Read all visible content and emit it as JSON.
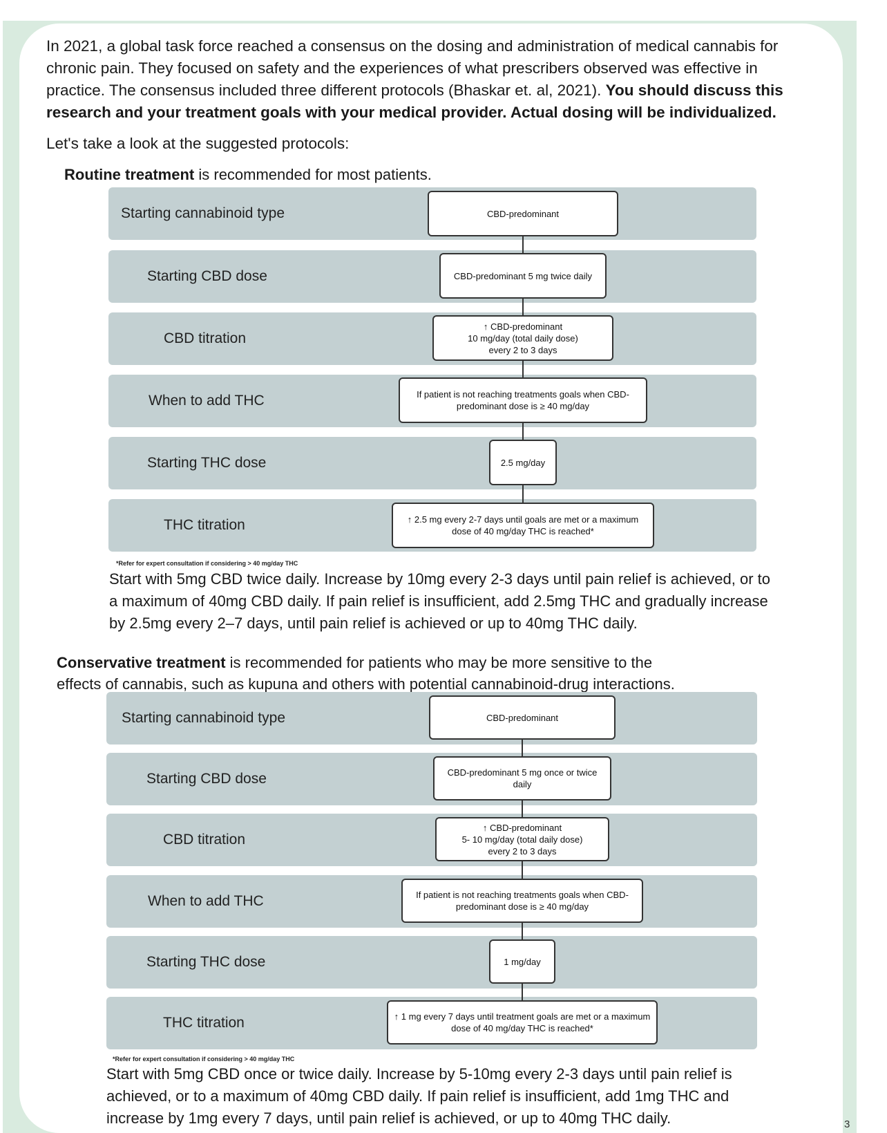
{
  "page_number": "3",
  "intro": {
    "text": "In 2021, a global task force reached a consensus on the dosing and administration of medical cannabis for chronic pain. They focused on safety and the experiences of what prescribers observed was effective in practice. The consensus included three different protocols (Bhaskar et. al, 2021). ",
    "bold": "You should discuss this research and your treatment goals with your medical provider. Actual dosing will be individualized."
  },
  "lead": "Let's take a look at the suggested protocols:",
  "routine": {
    "heading_bold": "Routine treatment",
    "heading_rest": " is recommended for most patients.",
    "rows": [
      {
        "label": "Starting cannabinoid type",
        "box": "CBD-predominant"
      },
      {
        "label": "Starting CBD dose",
        "box": "CBD-predominant 5 mg twice daily"
      },
      {
        "label": "CBD titration",
        "box": "↑ CBD-predominant\n10 mg/day (total daily dose)\nevery 2 to 3 days"
      },
      {
        "label": "When to add THC",
        "box": "If patient is not reaching treatments goals when CBD-predominant dose is ≥ 40 mg/day"
      },
      {
        "label": "Starting THC dose",
        "box": "2.5 mg/day"
      },
      {
        "label": "THC titration",
        "box": "↑ 2.5 mg every 2-7 days until goals are met or a maximum dose of 40 mg/day THC is reached*"
      }
    ],
    "footnote": "*Refer for expert consultation if considering > 40 mg/day THC",
    "summary": "Start with 5mg CBD twice daily. Increase by 10mg every 2-3 days until pain relief is achieved, or to a maximum of 40mg CBD daily. If pain relief is insufficient, add 2.5mg THC and gradually increase by 2.5mg every 2–7 days, until pain relief is achieved or up to 40mg THC daily."
  },
  "conservative": {
    "heading_bold": "Conservative treatment",
    "heading_rest": " is recommended for patients who may be more sensitive to the effects of cannabis, such as kupuna and others with potential cannabinoid-drug interactions.",
    "rows": [
      {
        "label": "Starting cannabinoid type",
        "box": "CBD-predominant"
      },
      {
        "label": "Starting CBD dose",
        "box": "CBD-predominant 5 mg once or twice daily"
      },
      {
        "label": "CBD titration",
        "box": "↑ CBD-predominant\n5- 10 mg/day (total daily dose)\nevery 2 to 3 days"
      },
      {
        "label": "When to add THC",
        "box": "If patient is not reaching treatments goals when CBD-predominant dose is ≥ 40 mg/day"
      },
      {
        "label": "Starting THC dose",
        "box": "1 mg/day"
      },
      {
        "label": "THC titration",
        "box": "↑ 1 mg every 7 days until treatment goals are met or a maximum dose of 40 mg/day THC is reached*"
      }
    ],
    "footnote": "*Refer for expert consultation if considering > 40 mg/day THC",
    "summary": "Start with 5mg CBD once or twice daily. Increase by 5-10mg every 2-3 days until pain relief is achieved, or to a maximum of 40mg CBD daily. If pain relief is insufficient, add 1mg THC and increase by 1mg every 7 days, until pain relief is achieved, or up to 40mg THC daily."
  }
}
